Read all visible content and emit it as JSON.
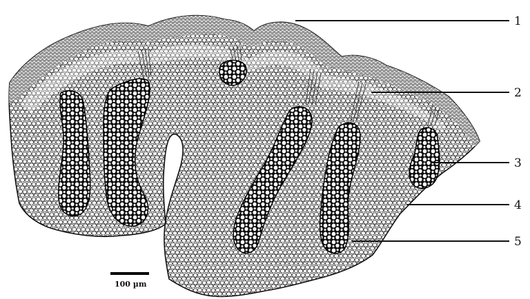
{
  "figure": {
    "labels": [
      {
        "id": "1",
        "text": "1"
      },
      {
        "id": "2",
        "text": "2"
      },
      {
        "id": "3",
        "text": "3"
      },
      {
        "id": "4",
        "text": "4"
      },
      {
        "id": "5",
        "text": "5"
      }
    ],
    "scale_bar": {
      "text": "100 µm"
    },
    "colors": {
      "ink": "#111111",
      "paper": "#ffffff"
    }
  }
}
